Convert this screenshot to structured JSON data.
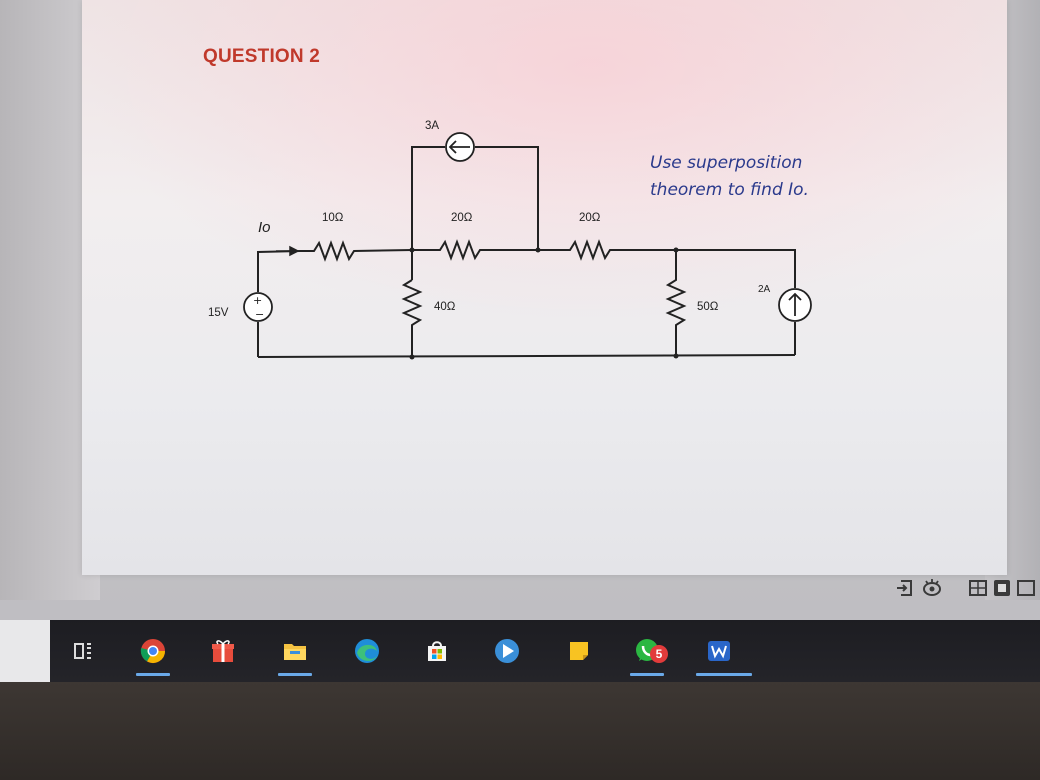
{
  "document": {
    "question_title": "QUESTION 2",
    "instruction_line1": "Use superposition",
    "instruction_line2": "theorem to find Io."
  },
  "circuit": {
    "current_label": "Io",
    "voltage_source": "15V",
    "r1": "10Ω",
    "r2": "20Ω",
    "r3": "20Ω",
    "r4": "40Ω",
    "r5": "50Ω",
    "current_source_top": "3A",
    "current_source_right": "2A"
  },
  "taskbar": {
    "items": [
      {
        "name": "task-view-icon"
      },
      {
        "name": "chrome-icon",
        "active": true
      },
      {
        "name": "gift-icon"
      },
      {
        "name": "file-explorer-icon",
        "active": true
      },
      {
        "name": "edge-icon"
      },
      {
        "name": "store-icon"
      },
      {
        "name": "media-play-icon"
      },
      {
        "name": "sticky-notes-icon"
      },
      {
        "name": "whatsapp-icon",
        "badge": "5",
        "active": true
      },
      {
        "name": "wps-icon",
        "active": true
      }
    ]
  },
  "colors": {
    "title": "#c0392b",
    "instruction": "#2b3a8c",
    "taskbar": "#1f1f24",
    "accent": "#6aa9e8"
  }
}
